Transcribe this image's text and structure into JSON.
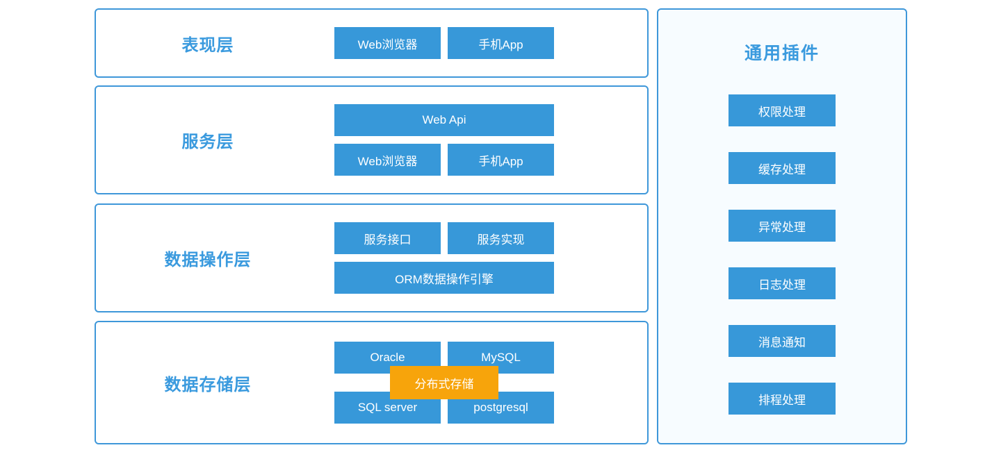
{
  "colors": {
    "block_blue": "#3798d9",
    "border_blue": "#3e97d9",
    "title_blue": "#3a9ade",
    "overlay_orange": "#f7a40b",
    "panel_bg": "#f7fcff",
    "block_text": "#ffffff"
  },
  "layers": [
    {
      "title": "表现层",
      "rows": [
        [
          "Web浏览器",
          "手机App"
        ]
      ]
    },
    {
      "title": "服务层",
      "rows": [
        [
          "Web Api"
        ],
        [
          "Web浏览器",
          "手机App"
        ]
      ]
    },
    {
      "title": "数据操作层",
      "rows": [
        [
          "服务接口",
          "服务实现"
        ],
        [
          "ORM数据操作引擎"
        ]
      ]
    },
    {
      "title": "数据存储层",
      "rows": [
        [
          "Oracle",
          "MySQL"
        ],
        [
          "SQL server",
          "postgresql"
        ]
      ],
      "overlay": "分布式存储"
    }
  ],
  "plugins_panel": {
    "title": "通用插件",
    "items": [
      "权限处理",
      "缓存处理",
      "异常处理",
      "日志处理",
      "消息通知",
      "排程处理"
    ]
  }
}
